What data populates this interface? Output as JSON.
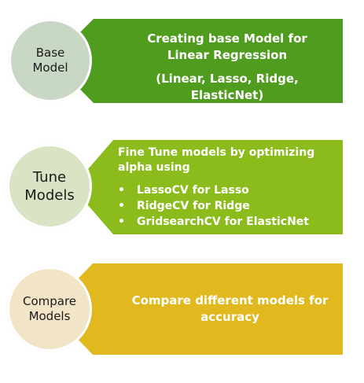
{
  "colors": {
    "step1_arrow": "#4f9c1f",
    "step1_circle": "#c9d7c5",
    "step2_arrow": "#8cbc1c",
    "step2_circle": "#d8e4c4",
    "step3_arrow": "#e2b81f",
    "step3_circle": "#f2e4c6",
    "panel_text": "#ffffff",
    "circle_text": "#1a1a1a"
  },
  "steps": [
    {
      "label": "Base\nModel",
      "heading": "Creating base Model for\nLinear Regression",
      "subheading": "(Linear, Lasso, Ridge,\nElasticNet)"
    },
    {
      "label": "Tune\nModels",
      "heading": "Fine Tune models by optimizing\nalpha using",
      "bullets": [
        "LassoCV for Lasso",
        "RidgeCV for Ridge",
        "GridsearchCV for ElasticNet"
      ],
      "bullet_symbol": "•"
    },
    {
      "label": "Compare\nModels",
      "heading": "Compare different models for\naccuracy"
    }
  ]
}
